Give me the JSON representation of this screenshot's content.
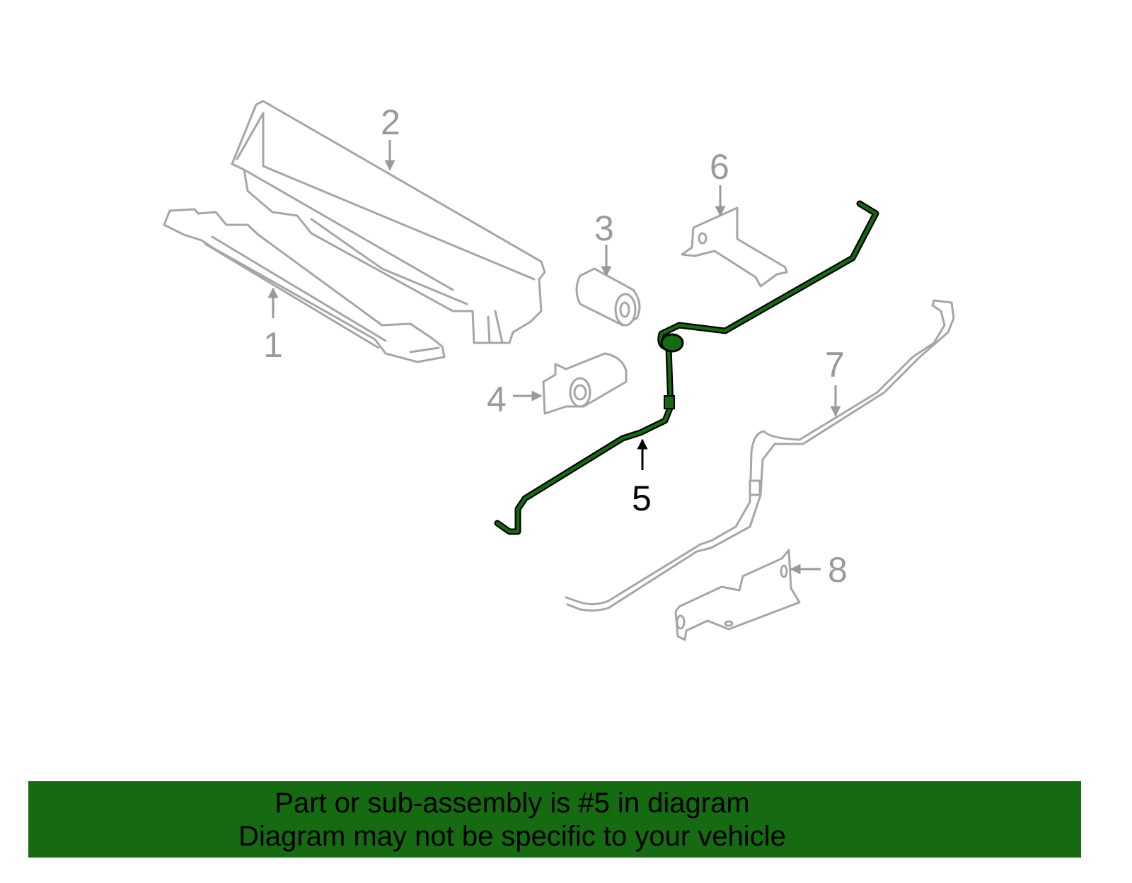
{
  "diagram": {
    "callouts": [
      "1",
      "2",
      "3",
      "4",
      "5",
      "6",
      "7",
      "8"
    ],
    "highlighted_part": "5",
    "highlight_color": "#156a12",
    "outline_color": "#a6a6a6"
  },
  "banner": {
    "line1": "Part or sub-assembly is #5 in diagram",
    "line2": "Diagram may not be specific to your vehicle",
    "background": "#156a12"
  }
}
